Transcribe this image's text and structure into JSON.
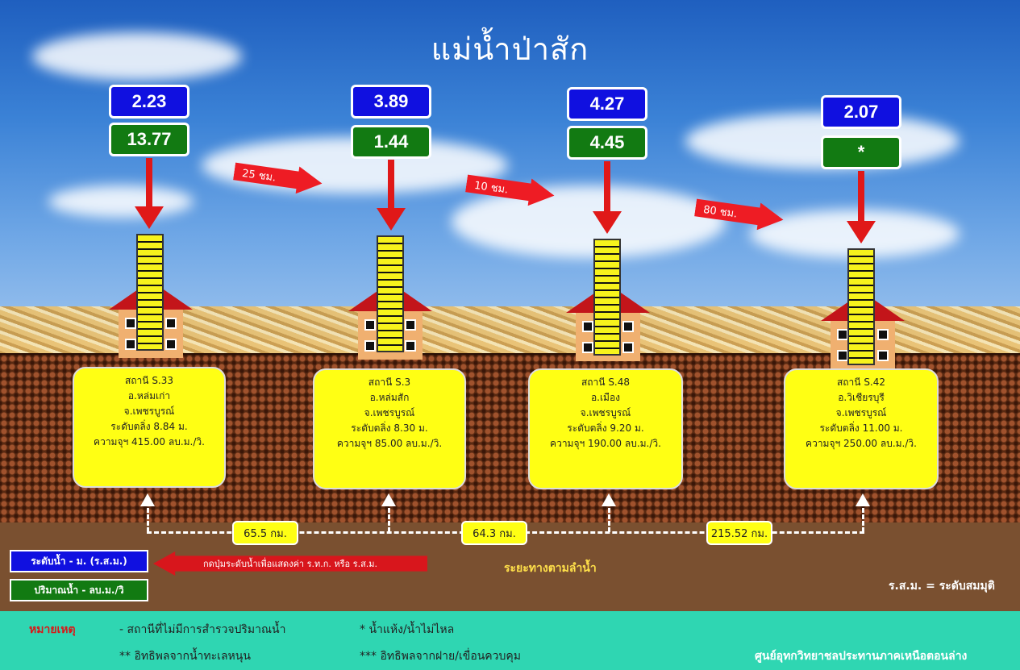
{
  "title": "แม่น้ำป่าสัก",
  "stations": [
    {
      "level": "2.23",
      "flow": "13.77",
      "name": "สถานี S.33",
      "district": "อ.หล่มเก่า",
      "province": "จ.เพชรบูรณ์",
      "bank": "ระดับตลิ่ง 8.84 ม.",
      "capacity": "ความจุฯ 415.00 ลบ.ม./วิ."
    },
    {
      "level": "3.89",
      "flow": "1.44",
      "name": "สถานี S.3",
      "district": "อ.หล่มสัก",
      "province": "จ.เพชรบูรณ์",
      "bank": "ระดับตลิ่ง 8.30 ม.",
      "capacity": "ความจุฯ 85.00 ลบ.ม./วิ."
    },
    {
      "level": "4.27",
      "flow": "4.45",
      "name": "สถานี S.48",
      "district": "อ.เมือง",
      "province": "จ.เพชรบูรณ์",
      "bank": "ระดับตลิ่ง 9.20 ม.",
      "capacity": "ความจุฯ 190.00 ลบ.ม./วิ."
    },
    {
      "level": "2.07",
      "flow": "*",
      "name": "สถานี S.42",
      "district": "อ.วิเชียรบุรี",
      "province": "จ.เพชรบูรณ์",
      "bank": "ระดับตลิ่ง 11.00 ม.",
      "capacity": "ความจุฯ 250.00 ลบ.ม./วิ."
    }
  ],
  "travel_times": [
    "25 ชม.",
    "10 ชม.",
    "80 ชม."
  ],
  "distances": [
    "65.5 กม.",
    "64.3 กม.",
    "215.52 กม."
  ],
  "river_distance_label": "ระยะทางตามลำน้ำ",
  "legend": {
    "level_label": "ระดับน้ำ - ม. (ร.ส.ม.)",
    "flow_label": "ปริมาณน้ำ - ลบ.ม./วิ",
    "click_hint": "กดปุ่มระดับน้ำเพื่อแสดงค่า ร.ท.ก. หรือ ร.ส.ม.",
    "rsm_note": "ร.ส.ม. = ระดับสมมุติ"
  },
  "remarks": {
    "heading": "หมายเหตุ",
    "r1": "- สถานีที่ไม่มีการสำรวจปริมาณน้ำ",
    "r2": "*   น้ำแห้ง/น้ำไม่ไหล",
    "r3": "** อิทธิพลจากน้ำทะเลหนุน",
    "r4": "*** อิทธิพลจากฝาย/เขื่อนควบคุม",
    "center": "ศูนย์อุทกวิทยาชลประทานภาคเหนือตอนล่าง"
  },
  "colors": {
    "level_box": "#1010e0",
    "flow_box": "#127a12",
    "arrow": "#e01818",
    "card": "#ffff14"
  }
}
